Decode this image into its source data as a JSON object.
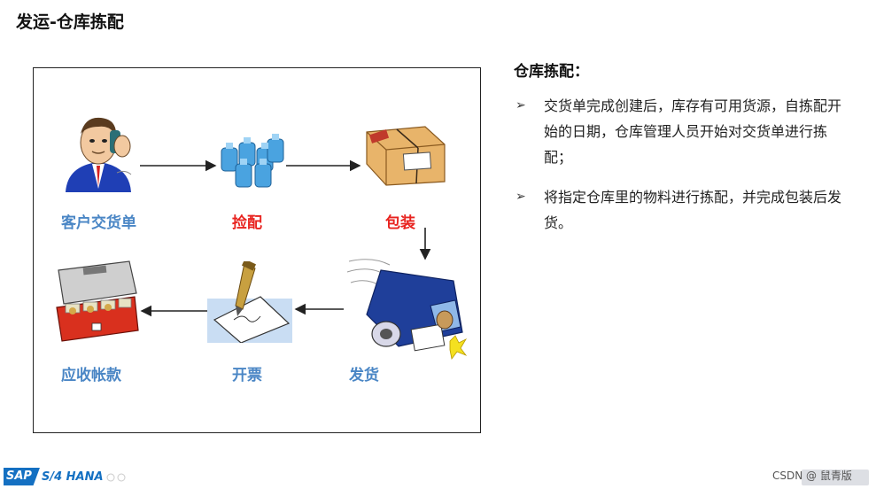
{
  "slide": {
    "title": "发运-仓库拣配"
  },
  "process": {
    "steps": [
      {
        "label": "客户交货单",
        "color": "#4a86c5"
      },
      {
        "label": "捡配",
        "color": "#e8231f"
      },
      {
        "label": "包装",
        "color": "#e8231f"
      },
      {
        "label": "发货",
        "color": "#4a86c5"
      },
      {
        "label": "开票",
        "color": "#4a86c5"
      },
      {
        "label": "应收帐款",
        "color": "#4a86c5"
      }
    ]
  },
  "panel": {
    "heading": "仓库拣配：",
    "bullets": [
      "交货单完成创建后，库存有可用货源，自拣配开始的日期，仓库管理人员开始对交货单进行拣配；",
      "将指定仓库里的物料进行拣配，并完成包装后发货。"
    ]
  },
  "footer": {
    "logo_sap": "SAP",
    "logo_product": "S/4 HANA",
    "watermark": "CSDN @ 鼠青版"
  },
  "colors": {
    "accent_blue": "#4a86c5",
    "accent_red": "#e8231f",
    "sap_blue": "#1470c2"
  }
}
